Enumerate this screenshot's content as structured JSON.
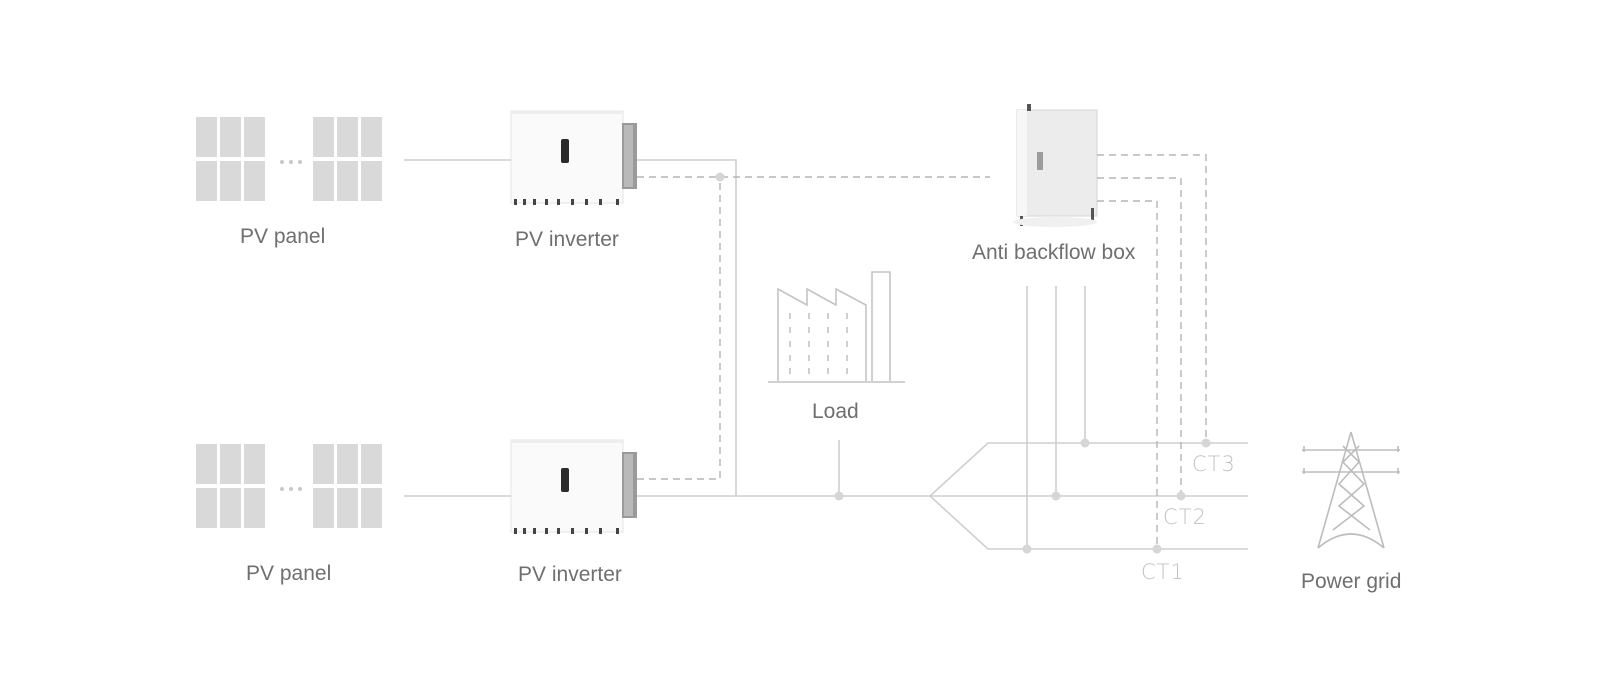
{
  "labels": {
    "pv_panel_top": "PV panel",
    "pv_panel_bottom": "PV panel",
    "pv_inverter_top": "PV inverter",
    "pv_inverter_bottom": "PV inverter",
    "anti_backflow_box": "Anti backflow box",
    "load": "Load",
    "power_grid": "Power grid",
    "ct1": "CT1",
    "ct2": "CT2",
    "ct3": "CT3"
  },
  "icons": {
    "pv_panel": "solar-panel-array-icon",
    "inverter": "inverter-cabinet-icon",
    "box": "anti-backflow-box-icon",
    "load": "factory-icon",
    "grid": "transmission-tower-icon"
  },
  "colors": {
    "panel": "#d9d9d9",
    "wire": "#cfcfcf",
    "dashed_wire": "#b5b5b5",
    "label": "#6f6f6f",
    "ct_label": "#c2c2c2"
  }
}
